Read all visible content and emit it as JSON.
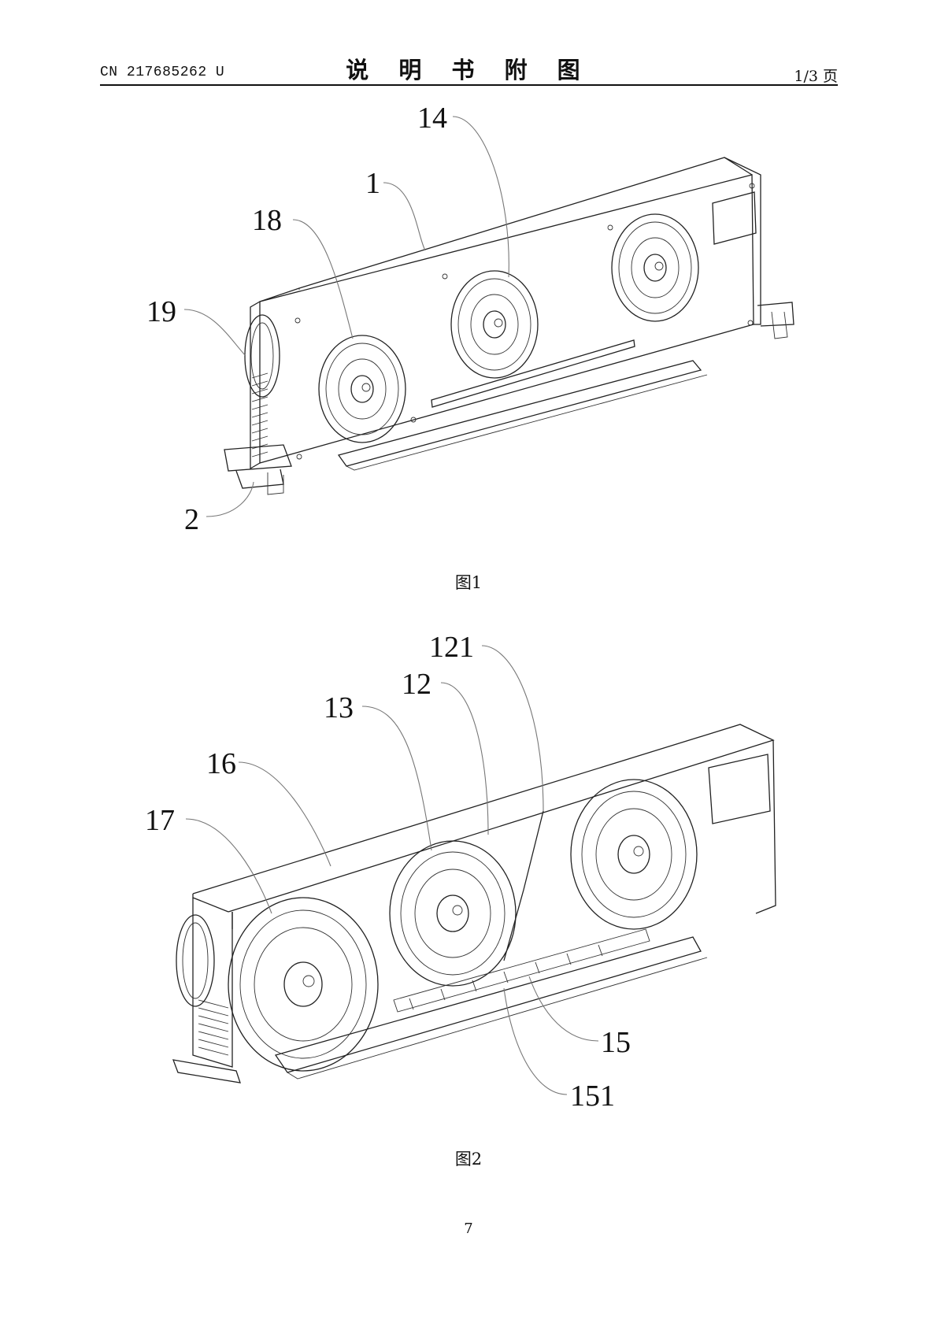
{
  "header": {
    "patent_number": "CN 217685262 U",
    "title": "说 明 书 附 图",
    "page_of": "1/3 页"
  },
  "figure1": {
    "caption": "图1",
    "labels": [
      "14",
      "1",
      "18",
      "19",
      "2"
    ]
  },
  "figure2": {
    "caption": "图2",
    "labels": [
      "121",
      "12",
      "13",
      "16",
      "17",
      "15",
      "151"
    ]
  },
  "footer": {
    "page_number": "7"
  }
}
